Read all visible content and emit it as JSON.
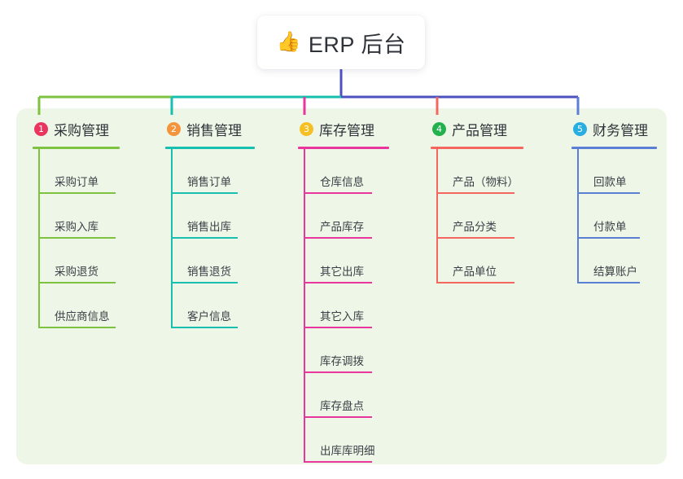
{
  "root": {
    "icon": "thumbs-up-icon",
    "icon_glyph": "👍",
    "title": "ERP 后台"
  },
  "theme": {
    "panel_bg": "#eef7e7",
    "page_bg": "#ffffff",
    "card_bg": "#ffffff",
    "text": "#2f3339",
    "leaf_text": "#3b4048",
    "root_wire": "#4b52bd"
  },
  "columns": [
    {
      "index": "1",
      "title": "采购管理",
      "badge_color": "#e8365f",
      "line_color": "#7ec242",
      "items": [
        "采购订单",
        "采购入库",
        "采购退货",
        "供应商信息"
      ]
    },
    {
      "index": "2",
      "title": "销售管理",
      "badge_color": "#f4943c",
      "line_color": "#16bfae",
      "items": [
        "销售订单",
        "销售出库",
        "销售退货",
        "客户信息"
      ]
    },
    {
      "index": "3",
      "title": "库存管理",
      "badge_color": "#f5c025",
      "line_color": "#e8369c",
      "items": [
        "仓库信息",
        "产品库存",
        "其它出库",
        "其它入库",
        "库存调拨",
        "库存盘点",
        "出库库明细"
      ]
    },
    {
      "index": "4",
      "title": "产品管理",
      "badge_color": "#22b14c",
      "line_color": "#f4675f",
      "items": [
        "产品（物料）",
        "产品分类",
        "产品单位"
      ]
    },
    {
      "index": "5",
      "title": "财务管理",
      "badge_color": "#29aee2",
      "line_color": "#5b7fd4",
      "items": [
        "回款单",
        "付款单",
        "结算账户"
      ]
    }
  ]
}
